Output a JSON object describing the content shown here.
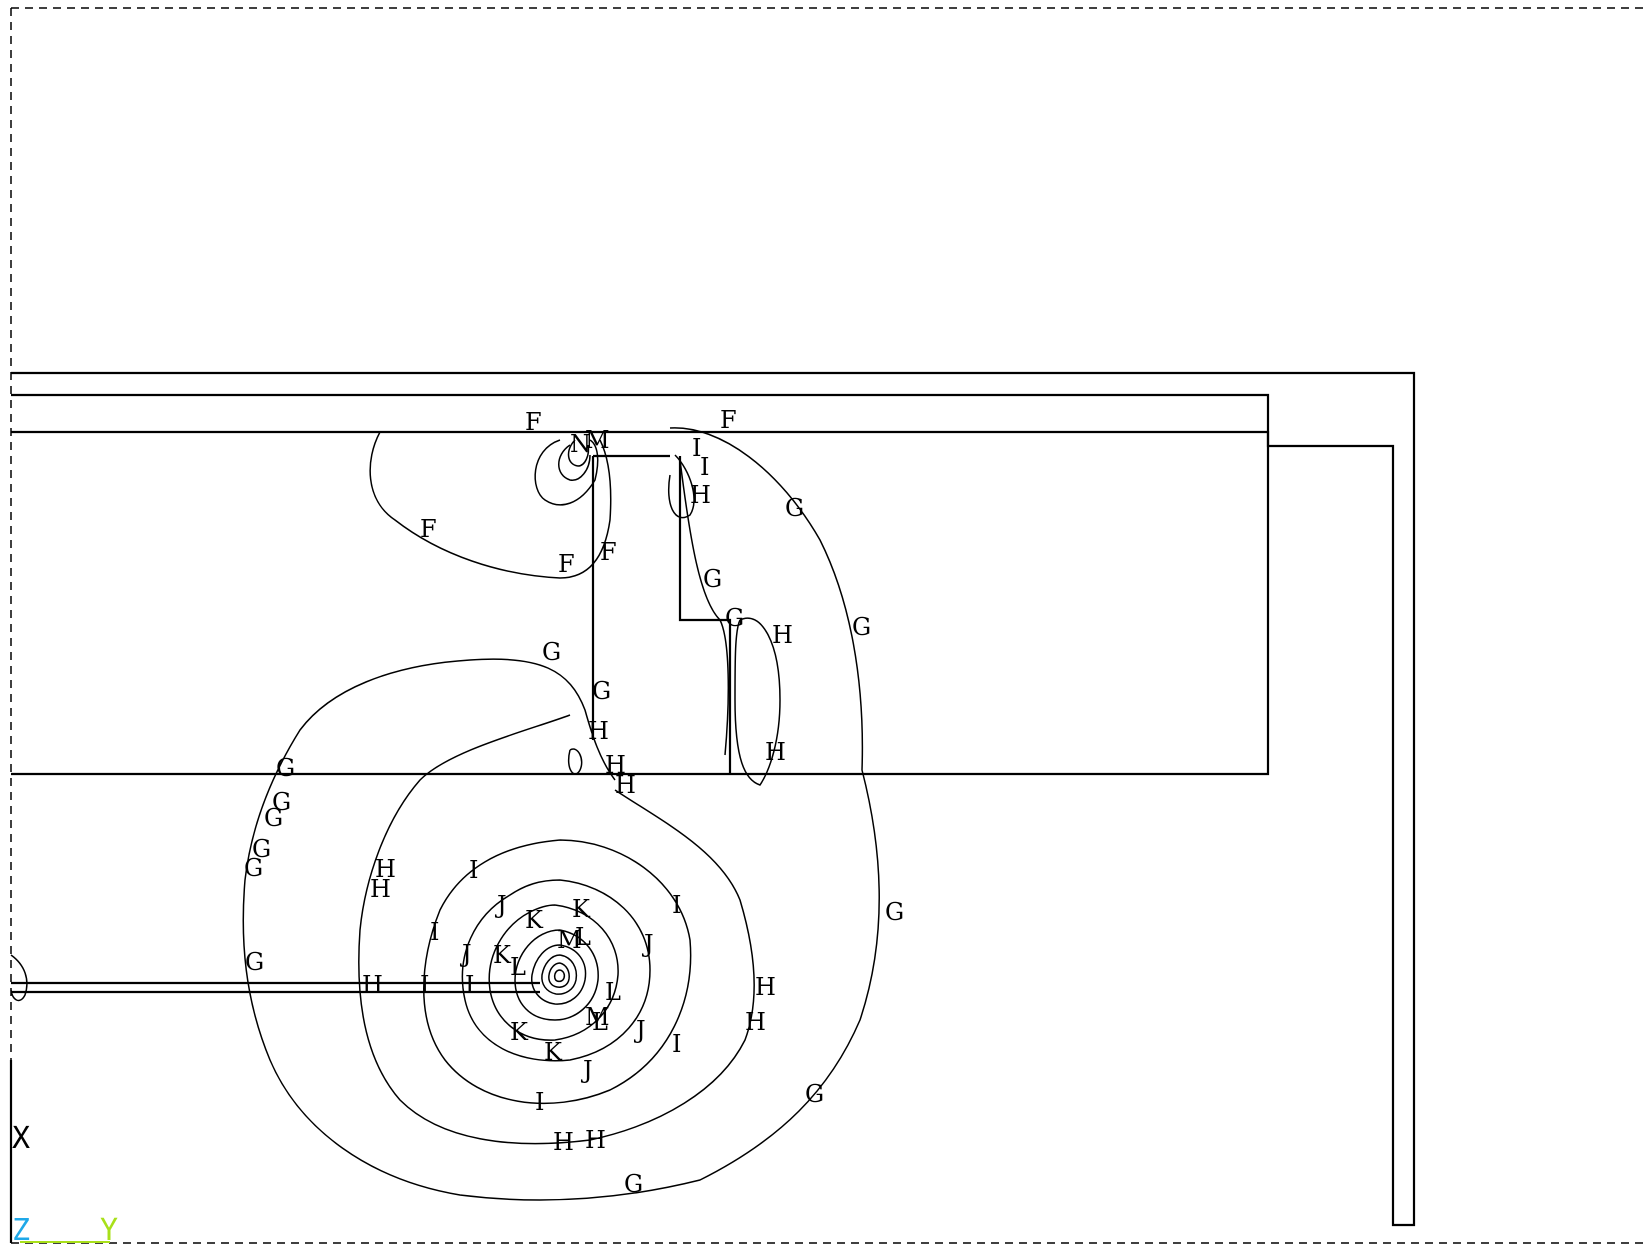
{
  "triad": {
    "x_label": "X",
    "z_label": "Z",
    "y_label": "Y",
    "z_color": "#1fa8e8",
    "y_color": "#a8e01a"
  },
  "contour_labels": [
    {
      "key": "F",
      "text": "F"
    },
    {
      "key": "G",
      "text": "G"
    },
    {
      "key": "H",
      "text": "H"
    },
    {
      "key": "I",
      "text": "I"
    },
    {
      "key": "J",
      "text": "J"
    },
    {
      "key": "K",
      "text": "K"
    },
    {
      "key": "L",
      "text": "L"
    },
    {
      "key": "M",
      "text": "M"
    },
    {
      "key": "N",
      "text": "N"
    }
  ]
}
